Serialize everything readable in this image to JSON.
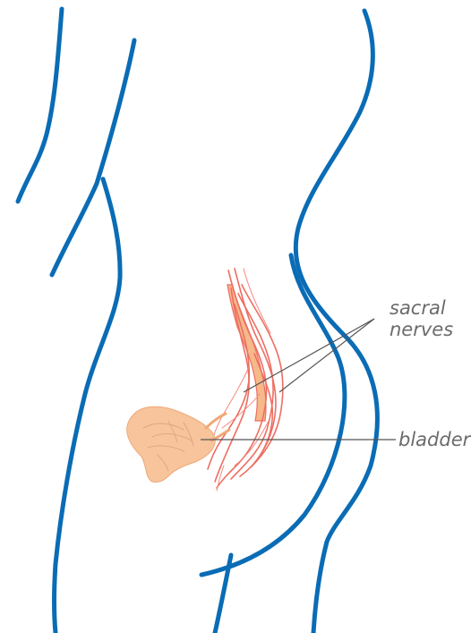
{
  "labels": {
    "sacral_line1": "sacral",
    "sacral_line2": "nerves",
    "bladder": "bladder"
  },
  "colors": {
    "body_outline": "#0a6cb5",
    "nerves": "#ee6e62",
    "spinal_cord": "#f6b98a",
    "bladder_fill": "#f7c49c",
    "label_text": "#6b6b6b",
    "leader_line": "#555555"
  }
}
